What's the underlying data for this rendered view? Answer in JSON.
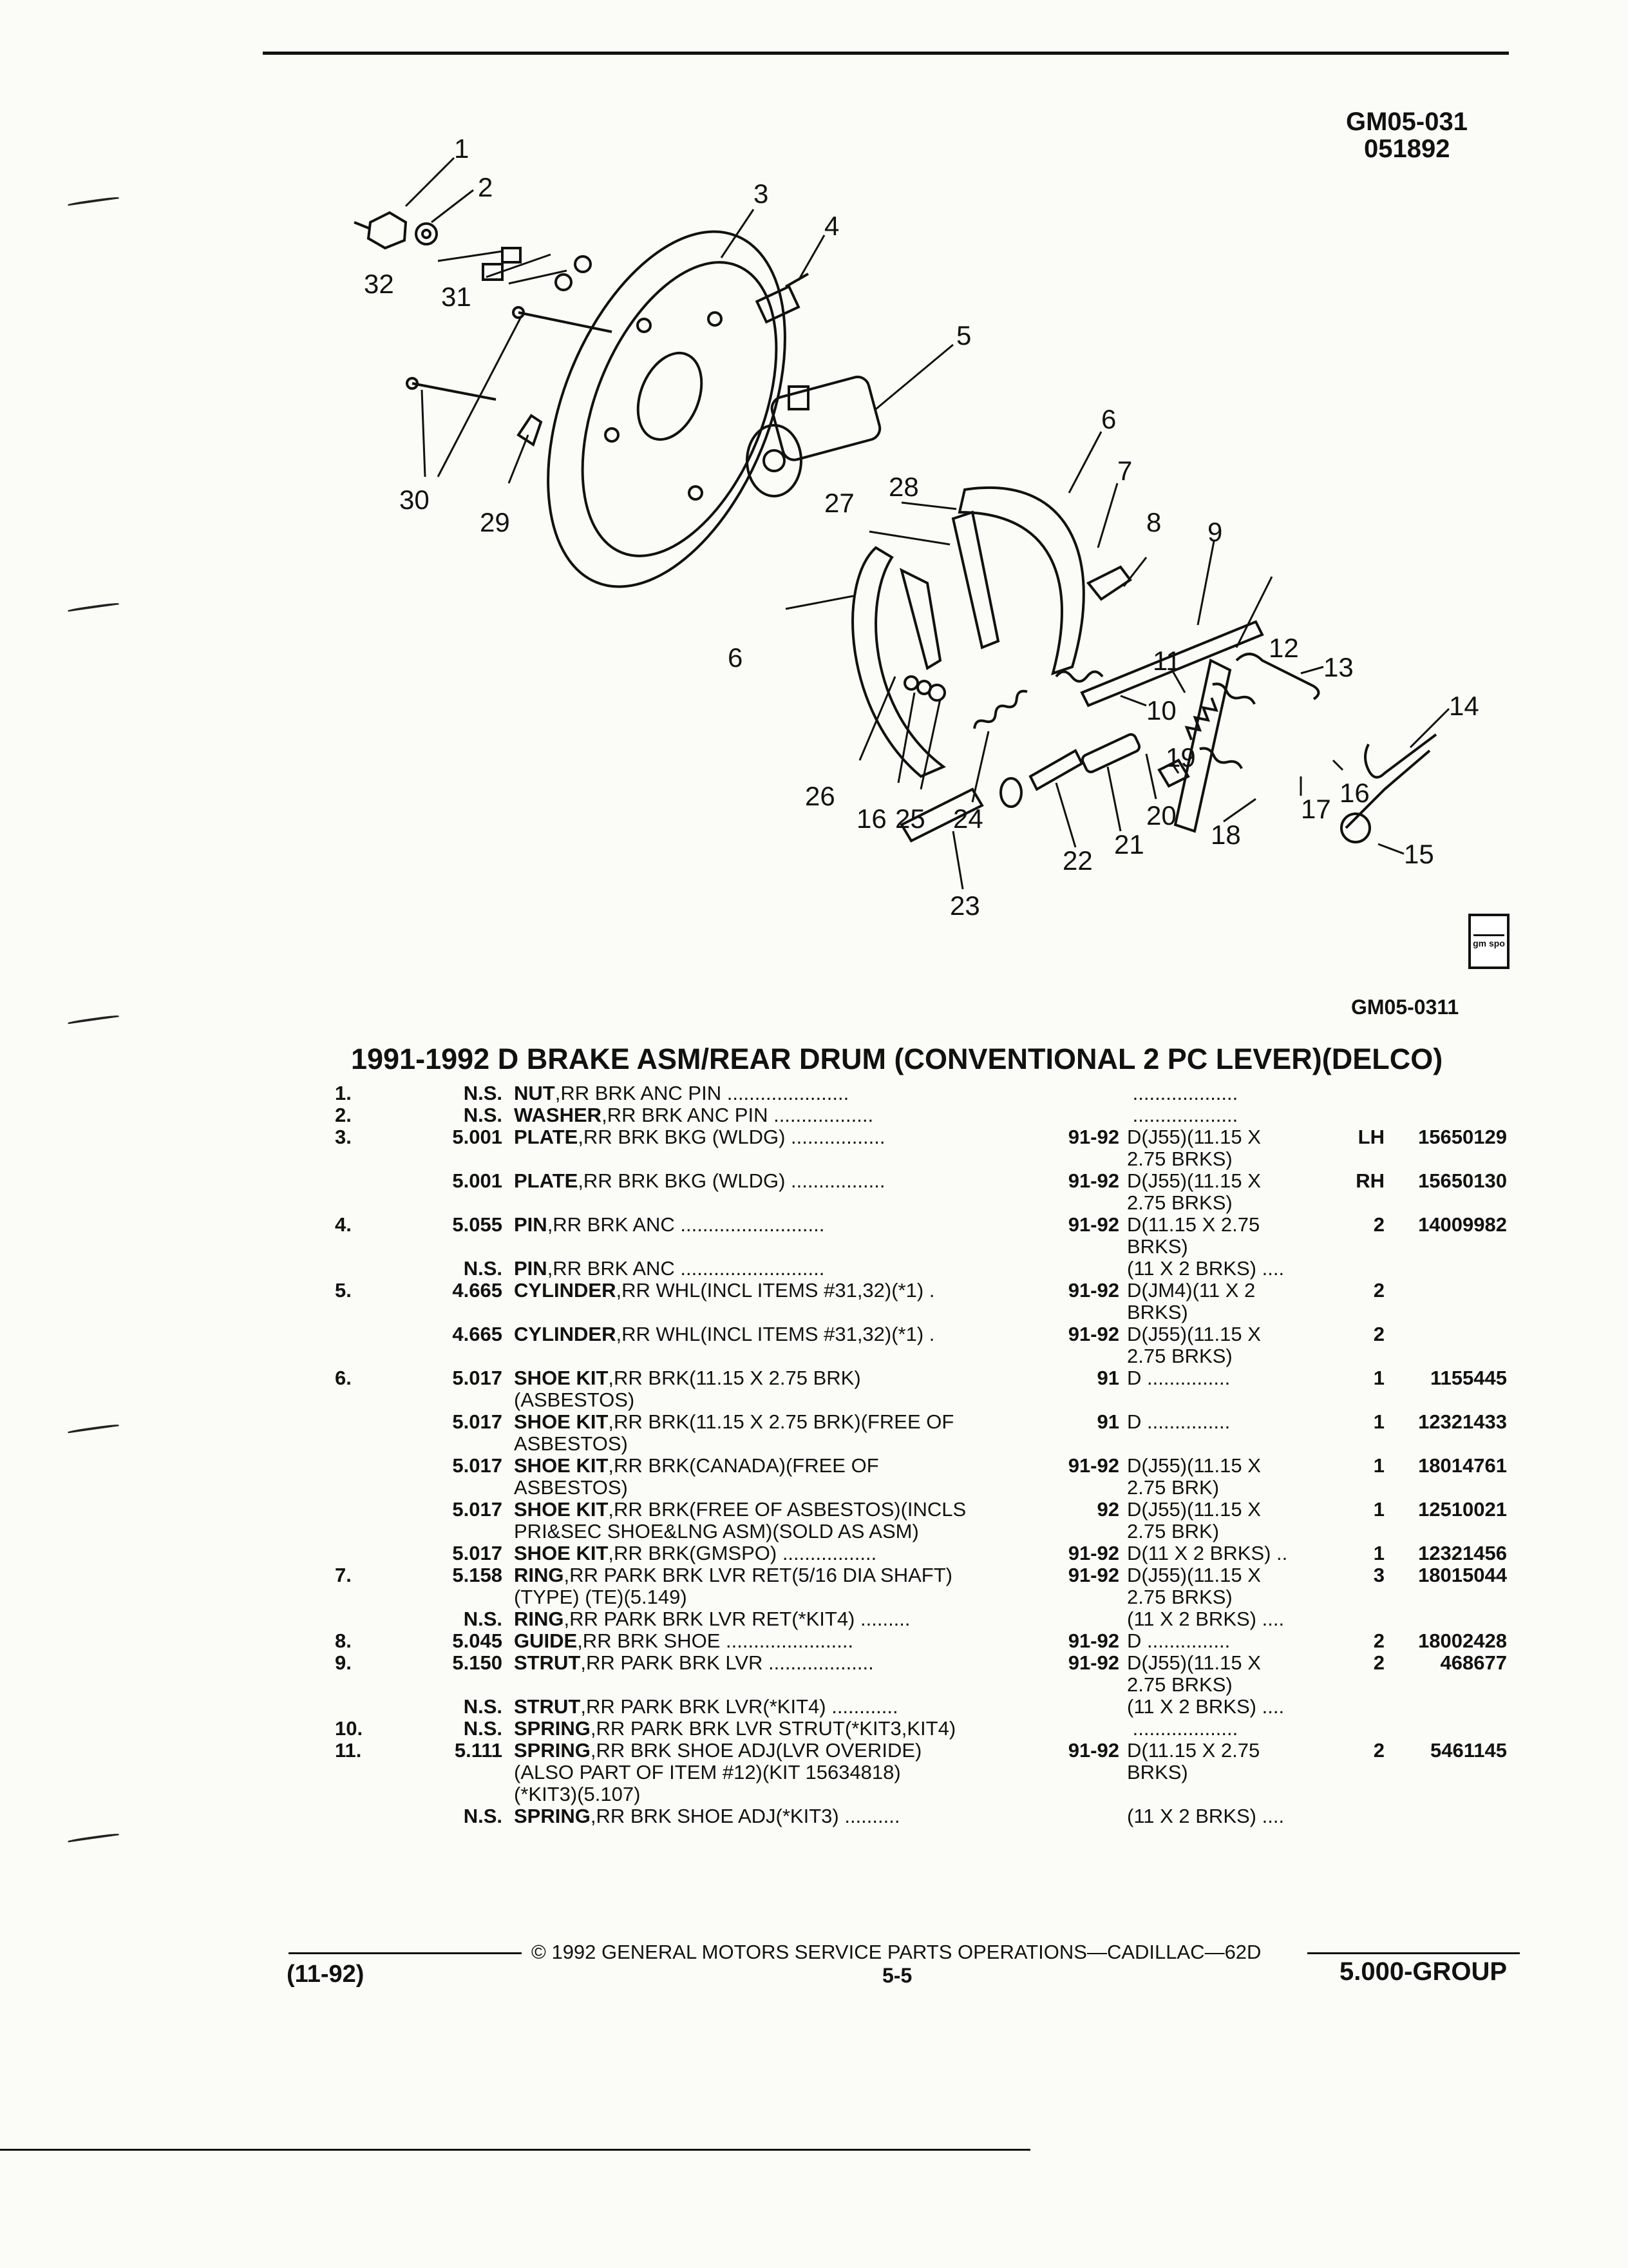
{
  "doc_id": {
    "line1": "GM05-031",
    "line2": "051892"
  },
  "figure_code": "GM05-0311",
  "title": "1991-1992 D BRAKE ASM/REAR DRUM (CONVENTIONAL 2 PC LEVER)(DELCO)",
  "callouts": [
    "1",
    "2",
    "3",
    "4",
    "5",
    "6",
    "6",
    "7",
    "8",
    "9",
    "10",
    "11",
    "12",
    "13",
    "14",
    "15",
    "16",
    "16",
    "17",
    "18",
    "19",
    "20",
    "21",
    "22",
    "23",
    "24",
    "25",
    "26",
    "27",
    "28",
    "29",
    "30",
    "31",
    "32"
  ],
  "badge": "gm spo",
  "rows": [
    {
      "item": "1.",
      "grp": "N.S.",
      "name": "NUT",
      "desc": ",RR BRK ANC PIN",
      "dots": " ......................",
      "yr": "",
      "app": " ...................",
      "qty": "",
      "pn": ""
    },
    {
      "item": "2.",
      "grp": "N.S.",
      "name": "WASHER",
      "desc": ",RR BRK ANC PIN",
      "dots": " ..................",
      "yr": "",
      "app": " ...................",
      "qty": "",
      "pn": ""
    },
    {
      "item": "3.",
      "grp": "5.001",
      "name": "PLATE",
      "desc": ",RR BRK BKG (WLDG)",
      "dots": " .................",
      "yr": "91-92",
      "app": "D(J55)(11.15 X\n2.75 BRKS)",
      "qty": "LH",
      "pn": "15650129"
    },
    {
      "item": "",
      "grp": "5.001",
      "name": "PLATE",
      "desc": ",RR BRK BKG (WLDG)",
      "dots": " .................",
      "yr": "91-92",
      "app": "D(J55)(11.15 X\n2.75 BRKS)",
      "qty": "RH",
      "pn": "15650130"
    },
    {
      "item": "4.",
      "grp": "5.055",
      "name": "PIN",
      "desc": ",RR BRK ANC",
      "dots": " ..........................",
      "yr": "91-92",
      "app": "D(11.15 X 2.75\nBRKS)",
      "qty": "2",
      "pn": "14009982"
    },
    {
      "item": "",
      "grp": "N.S.",
      "name": "PIN",
      "desc": ",RR BRK ANC",
      "dots": " ..........................",
      "yr": "",
      "app": "(11 X 2 BRKS) ....",
      "qty": "",
      "pn": ""
    },
    {
      "item": "5.",
      "grp": "4.665",
      "name": "CYLINDER",
      "desc": ",RR WHL(INCL ITEMS #31,32)(*1)",
      "dots": " .",
      "yr": "91-92",
      "app": "D(JM4)(11 X 2\nBRKS)",
      "qty": "2",
      "pn": ""
    },
    {
      "item": "",
      "grp": "4.665",
      "name": "CYLINDER",
      "desc": ",RR WHL(INCL ITEMS #31,32)(*1)",
      "dots": " .",
      "yr": "91-92",
      "app": "D(J55)(11.15 X\n2.75 BRKS)",
      "qty": "2",
      "pn": ""
    },
    {
      "item": "6.",
      "grp": "5.017",
      "name": "SHOE KIT",
      "desc": ",RR BRK(11.15 X 2.75 BRK)\n(ASBESTOS)",
      "dots": "",
      "yr": "91",
      "app": "D ...............",
      "qty": "1",
      "pn": "1155445"
    },
    {
      "item": "",
      "grp": "5.017",
      "name": "SHOE KIT",
      "desc": ",RR BRK(11.15 X 2.75 BRK)(FREE OF\nASBESTOS)",
      "dots": "",
      "yr": "91",
      "app": "D ...............",
      "qty": "1",
      "pn": "12321433"
    },
    {
      "item": "",
      "grp": "5.017",
      "name": "SHOE KIT",
      "desc": ",RR BRK(CANADA)(FREE OF\nASBESTOS)",
      "dots": "",
      "yr": "91-92",
      "app": "D(J55)(11.15 X\n2.75 BRK)",
      "qty": "1",
      "pn": "18014761"
    },
    {
      "item": "",
      "grp": "5.017",
      "name": "SHOE KIT",
      "desc": ",RR BRK(FREE OF ASBESTOS)(INCLS\nPRI&SEC SHOE&LNG ASM)(SOLD AS ASM)",
      "dots": "",
      "yr": "92",
      "app": "D(J55)(11.15 X\n2.75 BRK)",
      "qty": "1",
      "pn": "12510021"
    },
    {
      "item": "",
      "grp": "5.017",
      "name": "SHOE KIT",
      "desc": ",RR BRK(GMSPO)",
      "dots": " .................",
      "yr": "91-92",
      "app": "D(11 X 2 BRKS) ..",
      "qty": "1",
      "pn": "12321456"
    },
    {
      "item": "7.",
      "grp": "5.158",
      "name": "RING",
      "desc": ",RR PARK BRK LVR RET(5/16 DIA SHAFT)\n(TYPE) (TE)(5.149)",
      "dots": "",
      "yr": "91-92",
      "app": "D(J55)(11.15 X\n2.75 BRKS)",
      "qty": "3",
      "pn": "18015044"
    },
    {
      "item": "",
      "grp": "N.S.",
      "name": "RING",
      "desc": ",RR PARK BRK LVR RET(*KIT4)",
      "dots": " .........",
      "yr": "",
      "app": "(11 X 2 BRKS) ....",
      "qty": "",
      "pn": ""
    },
    {
      "item": "8.",
      "grp": "5.045",
      "name": "GUIDE",
      "desc": ",RR BRK SHOE",
      "dots": " .......................",
      "yr": "91-92",
      "app": "D ...............",
      "qty": "2",
      "pn": "18002428"
    },
    {
      "item": "9.",
      "grp": "5.150",
      "name": "STRUT",
      "desc": ",RR PARK BRK LVR",
      "dots": " ...................",
      "yr": "91-92",
      "app": "D(J55)(11.15 X\n2.75 BRKS)",
      "qty": "2",
      "pn": "468677"
    },
    {
      "item": "",
      "grp": "N.S.",
      "name": "STRUT",
      "desc": ",RR PARK BRK LVR(*KIT4)",
      "dots": " ............",
      "yr": "",
      "app": "(11 X 2 BRKS) ....",
      "qty": "",
      "pn": ""
    },
    {
      "item": "10.",
      "grp": "N.S.",
      "name": "SPRING",
      "desc": ",RR PARK BRK LVR STRUT(*KIT3,KIT4)",
      "dots": "",
      "yr": "",
      "app": " ...................",
      "qty": "",
      "pn": ""
    },
    {
      "item": "11.",
      "grp": "5.111",
      "name": "SPRING",
      "desc": ",RR BRK SHOE ADJ(LVR OVERIDE)\n(ALSO PART OF ITEM #12)(KIT 15634818)\n(*KIT3)(5.107)",
      "dots": "",
      "yr": "91-92",
      "app": "D(11.15 X 2.75\nBRKS)",
      "qty": "2",
      "pn": "5461145"
    },
    {
      "item": "",
      "grp": "N.S.",
      "name": "SPRING",
      "desc": ",RR BRK SHOE ADJ(*KIT3)",
      "dots": " ..........",
      "yr": "",
      "app": "(11 X 2 BRKS) ....",
      "qty": "",
      "pn": ""
    }
  ],
  "copyright": "© 1992 GENERAL MOTORS SERVICE PARTS OPERATIONS—CADILLAC—62D",
  "footer": {
    "date": "(11-92)",
    "page": "5-5",
    "group": "5.000-GROUP"
  }
}
